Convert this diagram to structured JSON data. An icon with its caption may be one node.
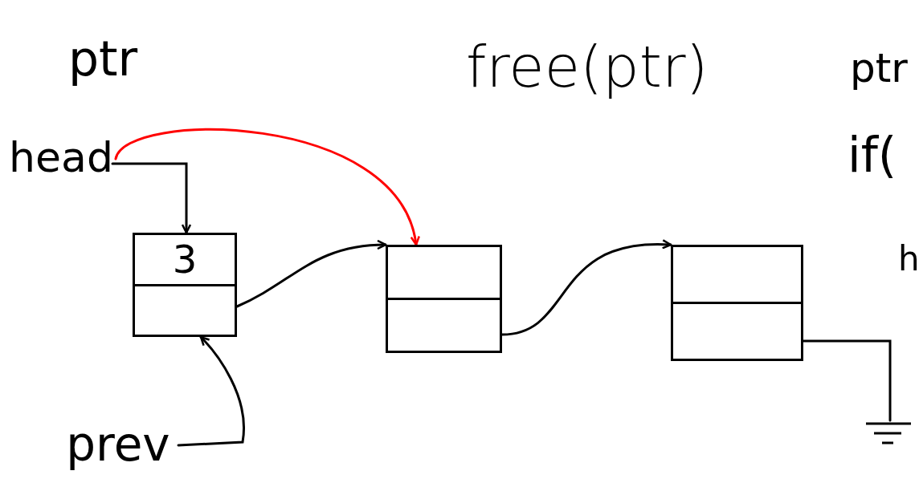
{
  "diagram": {
    "title": "free(ptr)",
    "nodes": [
      {
        "text": [
          "head"
        ]
      },
      {
        "text": [
          "3"
        ]
      },
      {
        "text": [],
        "shape": "box"
      },
      {
        "text": [],
        "shape": "box"
      },
      {
        "text": [
          "prev"
        ]
      },
      {
        "text": [],
        "shape": "ground"
      }
    ],
    "edges": [
      {
        "from": 0,
        "to": 1,
        "arrow": "to"
      },
      {
        "from": 0,
        "to": 2,
        "arrow": "to",
        "color": "#ff0000"
      },
      {
        "from": 1,
        "to": 2,
        "arrow": "to"
      },
      {
        "from": 2,
        "to": 3,
        "arrow": "to"
      },
      {
        "from": 3,
        "to": 5,
        "arrow": "none"
      },
      {
        "from": 4,
        "to": 1,
        "arrow": "to"
      }
    ],
    "labels": [
      "ptr",
      "ptr",
      "if(",
      "h"
    ]
  }
}
